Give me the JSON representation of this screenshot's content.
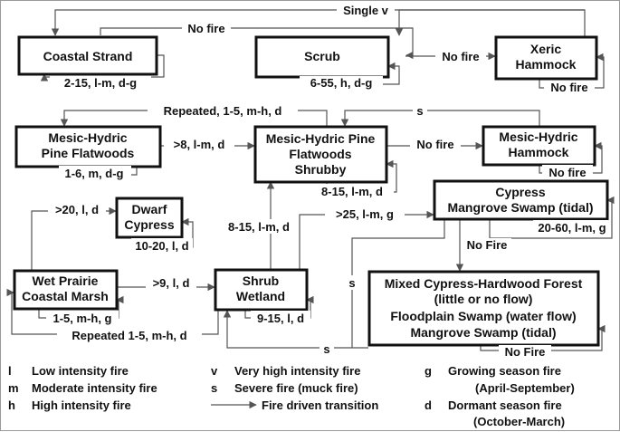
{
  "states": {
    "coastal_strand": [
      "Coastal Strand"
    ],
    "scrub": [
      "Scrub"
    ],
    "xeric_hammock": [
      "Xeric",
      "Hammock"
    ],
    "mh_pine_flatwoods": [
      "Mesic-Hydric",
      "Pine Flatwoods"
    ],
    "mh_pine_shrubby": [
      "Mesic-Hydric Pine",
      "Flatwoods",
      "Shrubby"
    ],
    "mh_hammock": [
      "Mesic-Hydric",
      "Hammock"
    ],
    "dwarf_cypress": [
      "Dwarf",
      "Cypress"
    ],
    "cypress_mangrove": [
      "Cypress",
      "Mangrove Swamp (tidal)"
    ],
    "wet_prairie": [
      "Wet Prairie",
      "Coastal Marsh"
    ],
    "shrub_wetland": [
      "Shrub",
      "Wetland"
    ],
    "mixed_forest": [
      "Mixed Cypress-Hardwood Forest",
      "(little or no flow)",
      "Floodplain Swamp (water flow)",
      "Mangrove Swamp (tidal)"
    ]
  },
  "transitions": {
    "single_v": "Single v",
    "no_fire_top": "No fire",
    "scrub_to_xeric": "No fire",
    "coastal_self": "2-15, l-m, d-g",
    "scrub_self": "6-55, h, d-g",
    "xeric_self": "No fire",
    "repeated_top": "Repeated, 1-5, m-h, d",
    "s_top": "s",
    "flatwoods_to_shrubby": ">8, l-m, d",
    "shrubby_to_hammock": "No fire",
    "flatwoods_self": "1-6, m, d-g",
    "shrubby_self": "8-15, l-m, d",
    "mh_hammock_self": "No fire",
    "wet_to_dwarf": ">20, l, d",
    "dwarf_self": "10-20, l, d",
    "shrub_to_shrubby": "8-15, l-m, d",
    "shrub_to_cypress": ">25, l-m, g",
    "cypress_self": "20-60, l-m, g",
    "cypress_to_mixed": "No Fire",
    "s_left": "s",
    "wet_to_shrub": ">9, l, d",
    "wet_self": "1-5, m-h, g",
    "shrub_self": "9-15, l, d",
    "repeated_bottom": "Repeated 1-5, m-h, d",
    "s_bottom": "s",
    "mixed_self": "No Fire"
  },
  "legend": {
    "l_key": "l",
    "l_desc": "Low intensity fire",
    "m_key": "m",
    "m_desc": "Moderate intensity fire",
    "h_key": "h",
    "h_desc": "High intensity fire",
    "v_key": "v",
    "v_desc": "Very high intensity fire",
    "s_key": "s",
    "s_desc": "Severe fire (muck fire)",
    "arrow_desc": "Fire driven transition",
    "g_key": "g",
    "g_desc": "Growing season fire",
    "g_sub": "(April-September)",
    "d_key": "d",
    "d_desc": "Dormant season fire",
    "d_sub": "(October-March)"
  }
}
